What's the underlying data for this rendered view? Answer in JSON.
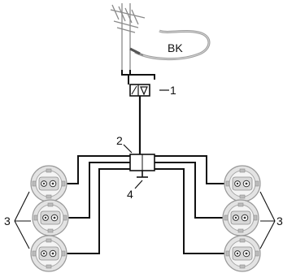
{
  "labels": {
    "cable_bk": "BK",
    "amplifier": "1",
    "distributor": "2",
    "outlets": "3",
    "terminator": "4"
  }
}
